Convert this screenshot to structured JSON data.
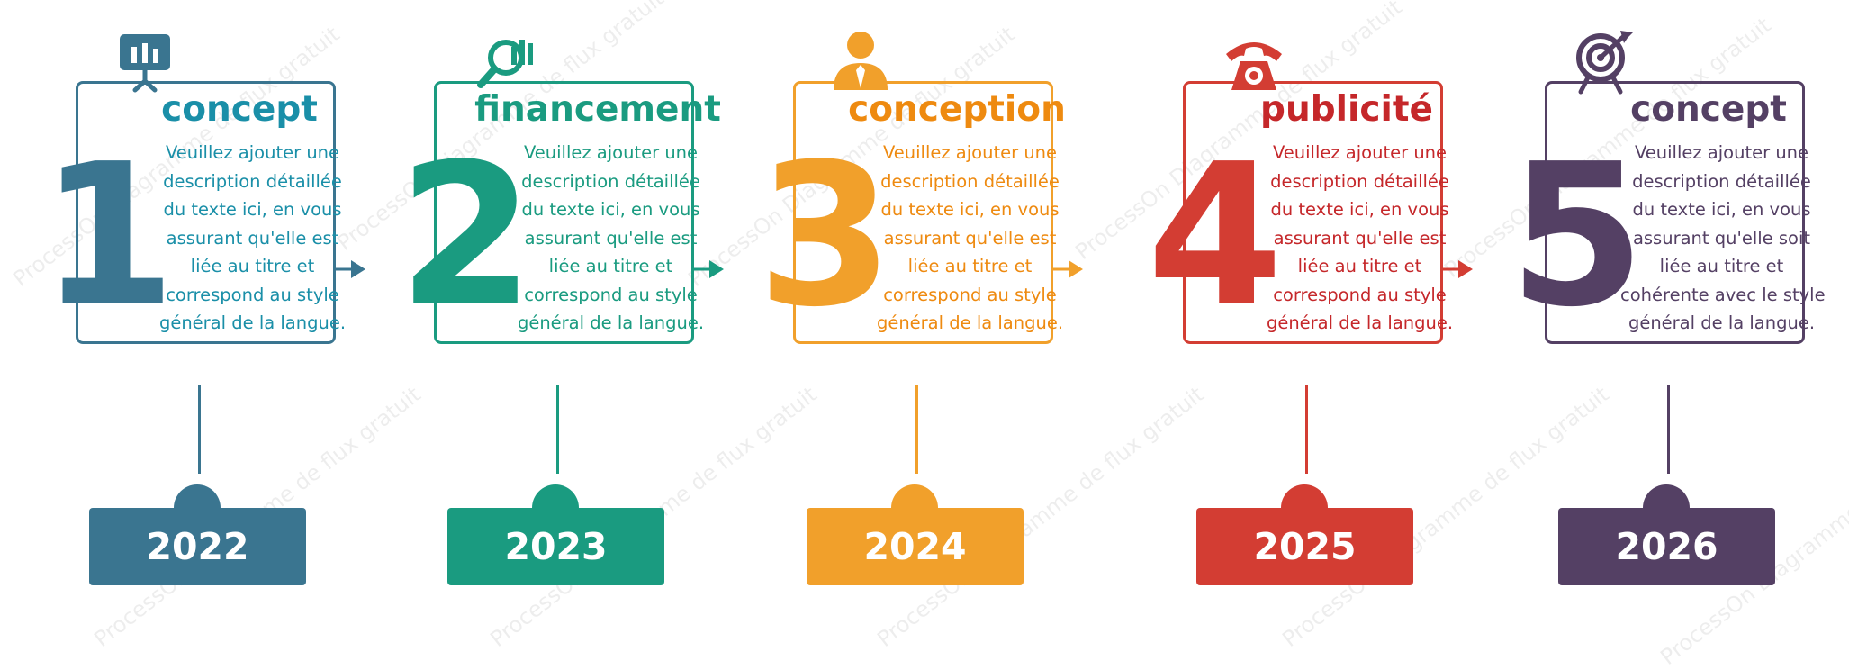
{
  "steps": [
    {
      "number": "1",
      "title": "concept",
      "description": [
        "Veuillez ajouter une",
        "description détaillée",
        "du texte ici, en vous",
        "assurant qu'elle est",
        "liée au titre et",
        "correspond au style",
        "général de la langue."
      ],
      "year": "2022",
      "color": "#3a7590",
      "icon": "presentation-board-icon"
    },
    {
      "number": "2",
      "title": "financement",
      "description": [
        "Veuillez ajouter une",
        "description détaillée",
        "du texte ici, en vous",
        "assurant qu'elle est",
        "liée au titre et",
        "correspond au style",
        "général de la langue."
      ],
      "year": "2023",
      "color": "#1a9b80",
      "icon": "magnifier-chart-icon"
    },
    {
      "number": "3",
      "title": "conception",
      "description": [
        "Veuillez ajouter une",
        "description détaillée",
        "du texte ici, en vous",
        "assurant qu'elle est",
        "liée au titre et",
        "correspond au style",
        "général de la langue."
      ],
      "year": "2024",
      "color": "#f1a02b",
      "icon": "businessman-icon"
    },
    {
      "number": "4",
      "title": "publicité",
      "description": [
        "Veuillez ajouter une",
        "description détaillée",
        "du texte ici, en vous",
        "assurant qu'elle est",
        "liée au titre et",
        "correspond au style",
        "général de la langue."
      ],
      "year": "2025",
      "color": "#d33d33",
      "icon": "telephone-icon"
    },
    {
      "number": "5",
      "title": "concept",
      "description": [
        "Veuillez ajouter une",
        "description détaillée",
        "du texte ici, en vous",
        "assurant qu'elle soit",
        "liée au titre et",
        "cohérente avec le style",
        "général de la langue."
      ],
      "year": "2026",
      "color": "#544064",
      "icon": "target-icon"
    }
  ],
  "title_colors": [
    "#1a8fa8",
    "#1a9b80",
    "#ee8a10",
    "#c5272a",
    "#544064"
  ],
  "watermark": "ProcessOn Diagramme de flux gratuit"
}
